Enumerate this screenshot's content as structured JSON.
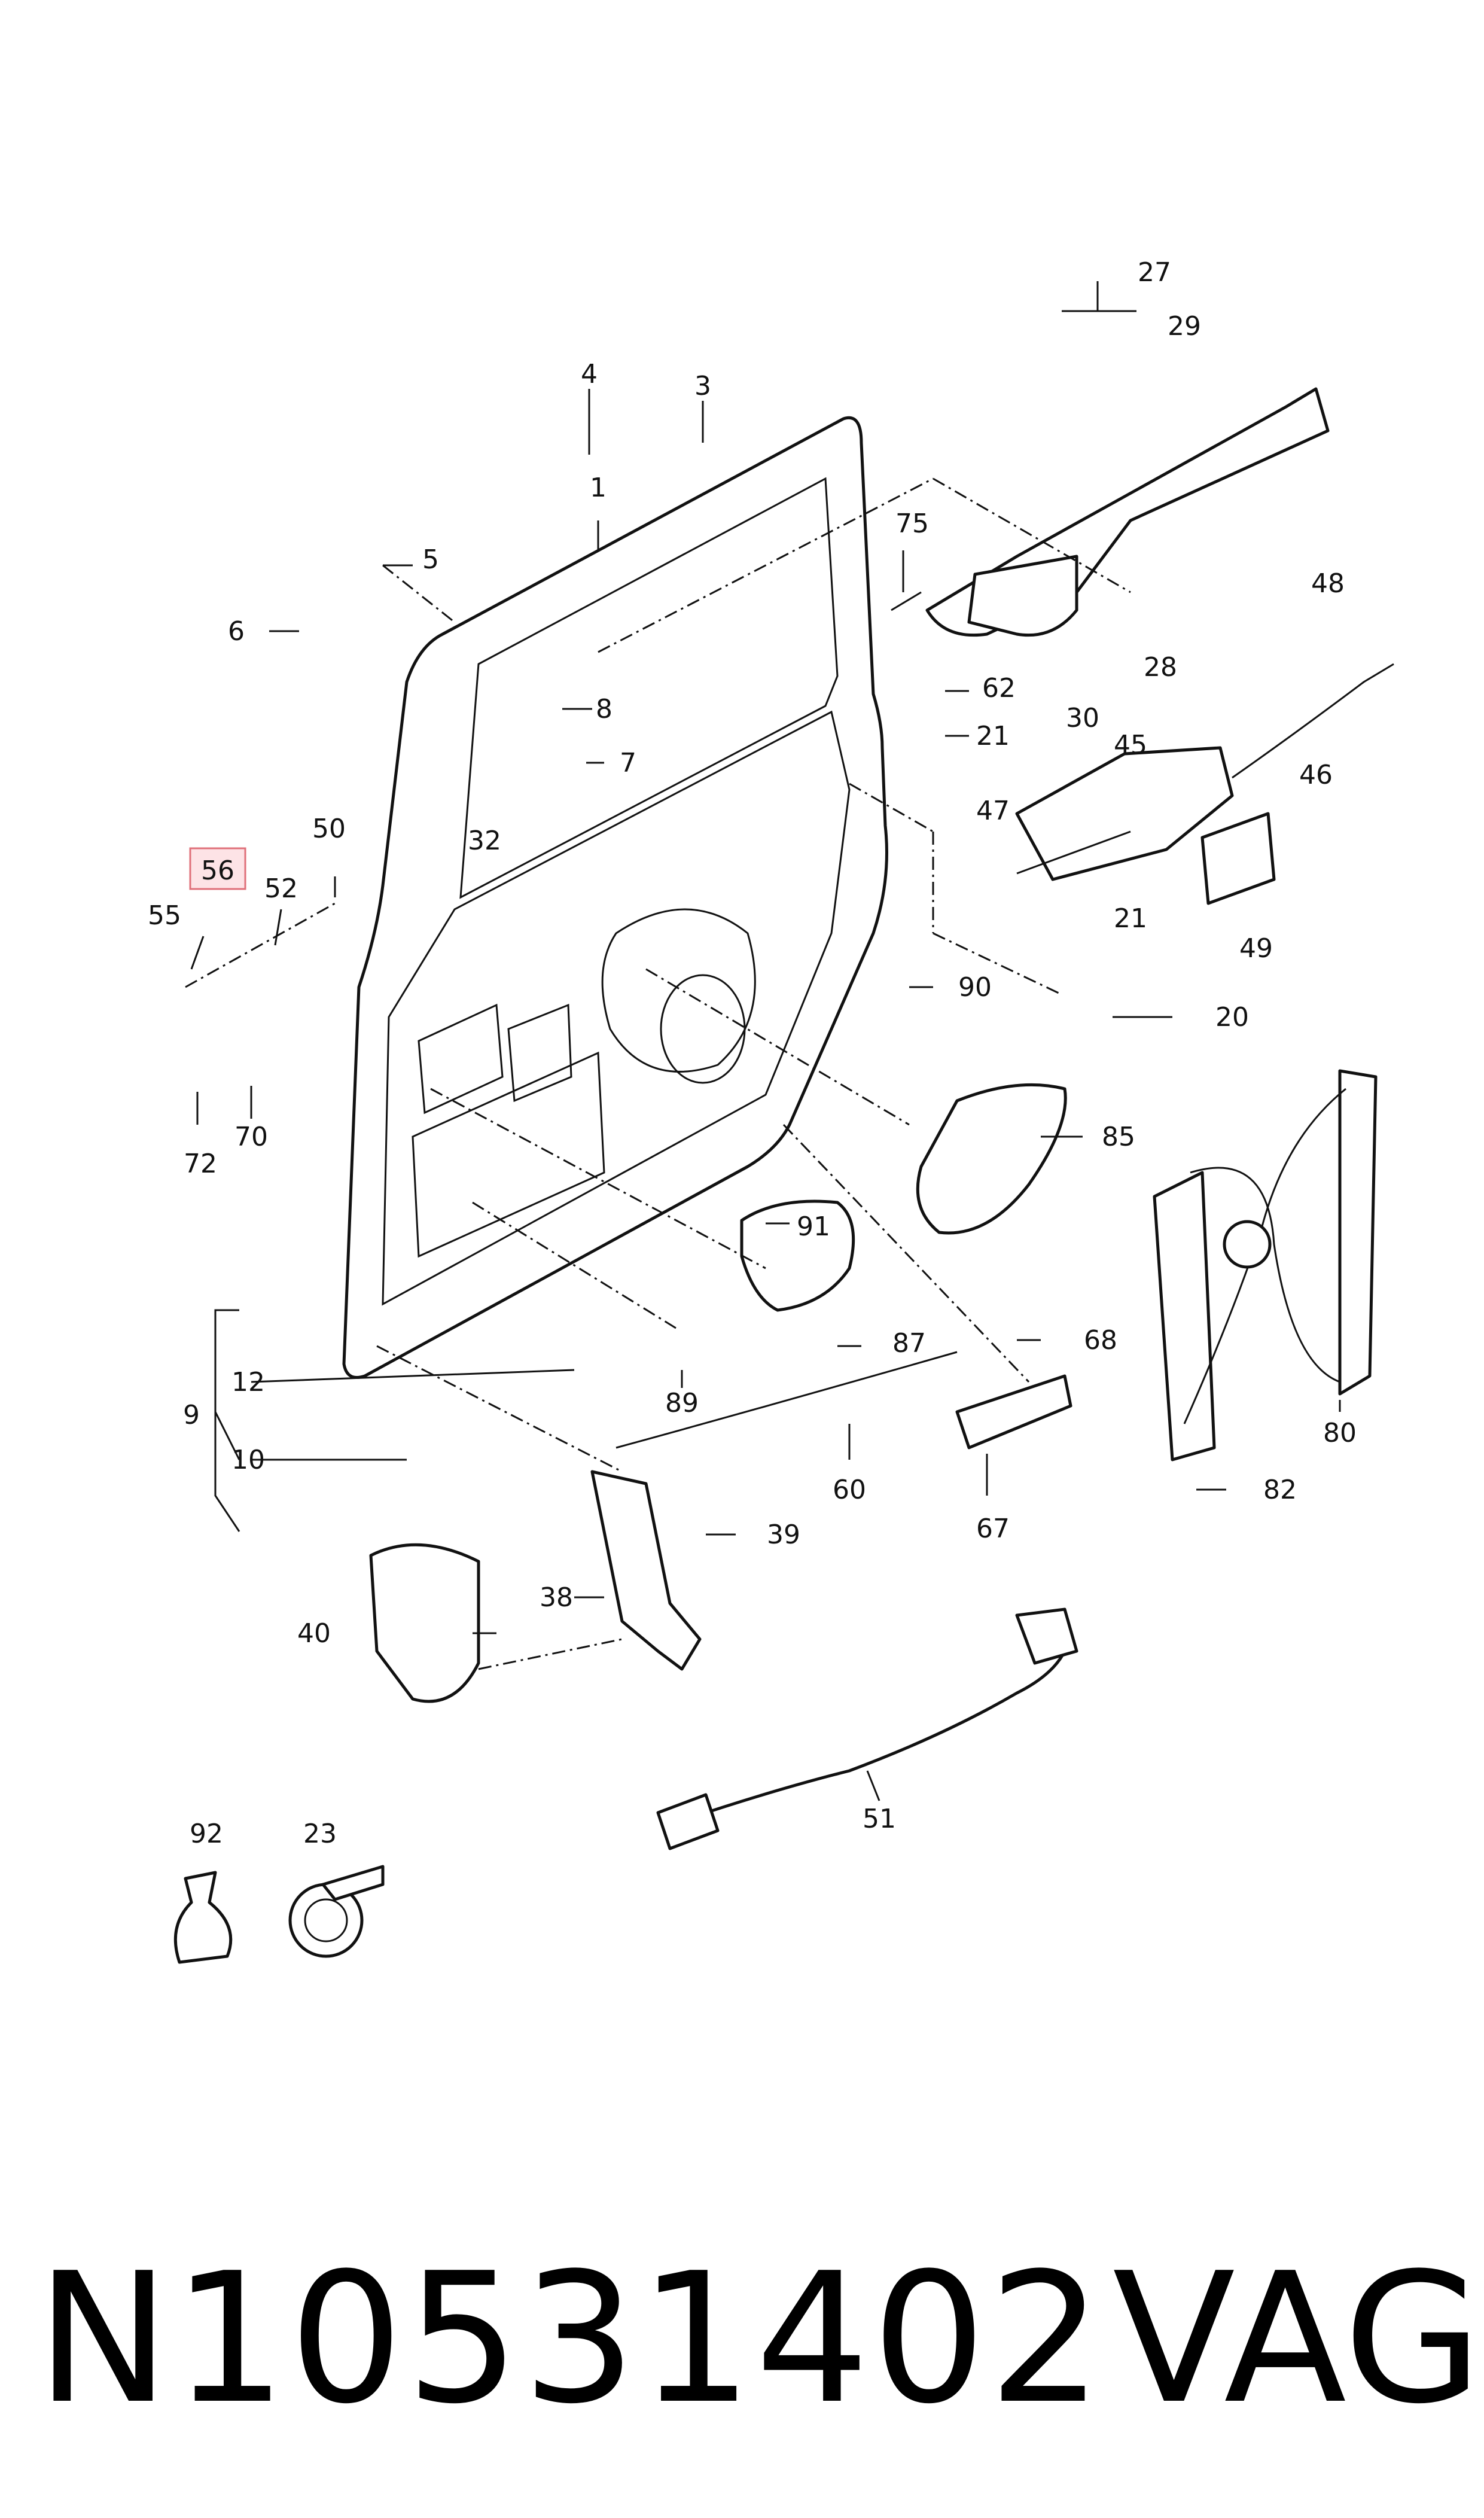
{
  "footer": {
    "part_number": "N10531402",
    "brand": "VAG"
  },
  "highlighted_callout": "56",
  "callouts": [
    "1",
    "3",
    "4",
    "5",
    "6",
    "7",
    "8",
    "9",
    "10",
    "12",
    "20",
    "21",
    "21",
    "23",
    "27",
    "28",
    "29",
    "30",
    "32",
    "38",
    "39",
    "40",
    "45",
    "46",
    "47",
    "48",
    "49",
    "50",
    "51",
    "52",
    "55",
    "56",
    "60",
    "62",
    "67",
    "68",
    "70",
    "72",
    "75",
    "80",
    "82",
    "85",
    "87",
    "89",
    "90",
    "91",
    "92"
  ]
}
